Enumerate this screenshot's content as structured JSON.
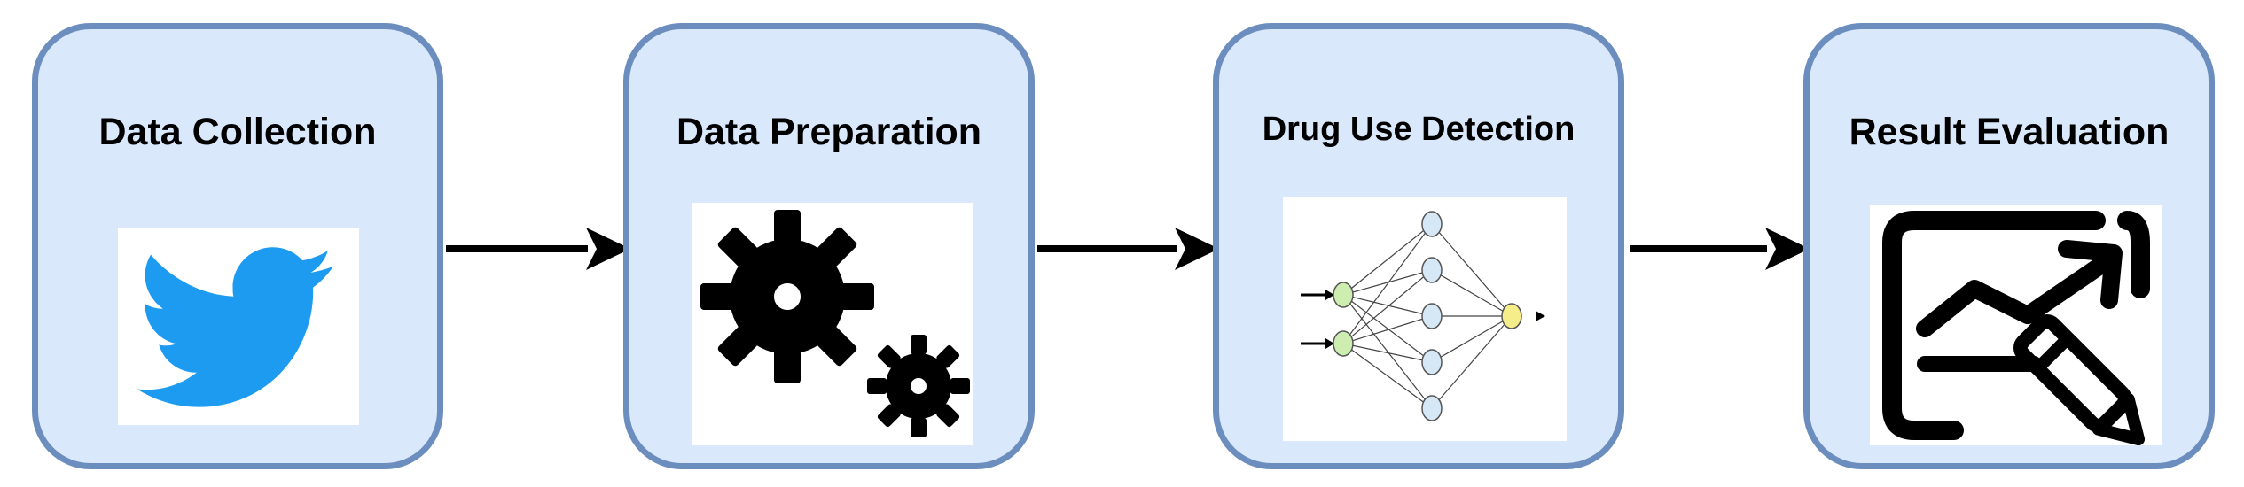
{
  "stages": [
    {
      "title": "Data Collection",
      "icon": "twitter-bird-icon"
    },
    {
      "title": "Data Preparation",
      "icon": "gears-icon"
    },
    {
      "title": "Drug Use Detection",
      "icon": "neural-network-icon"
    },
    {
      "title": "Result Evaluation",
      "icon": "chart-analytics-icon"
    }
  ],
  "colors": {
    "box_fill": "#dae8fc",
    "box_border": "#6c8ebf",
    "twitter_blue": "#1d9bf0",
    "node_green": "#cdeeb0",
    "node_blue": "#d6e8f5",
    "node_yellow": "#f5ec8a",
    "arrow": "#000000"
  }
}
